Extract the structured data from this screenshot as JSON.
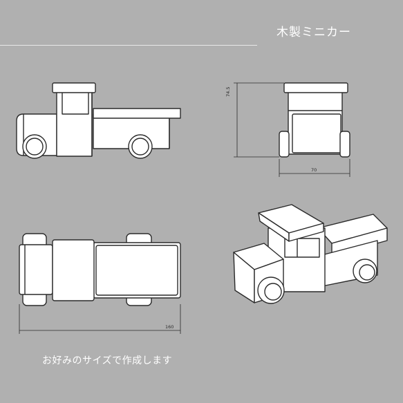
{
  "title": "木製ミニカー",
  "caption": "お好みのサイズで作成します",
  "dimensions": {
    "height": "74.5",
    "width": "70",
    "length": "160"
  },
  "colors": {
    "background": "#b0b0b0",
    "text": "#ffffff",
    "line": "#2a2a2a"
  }
}
